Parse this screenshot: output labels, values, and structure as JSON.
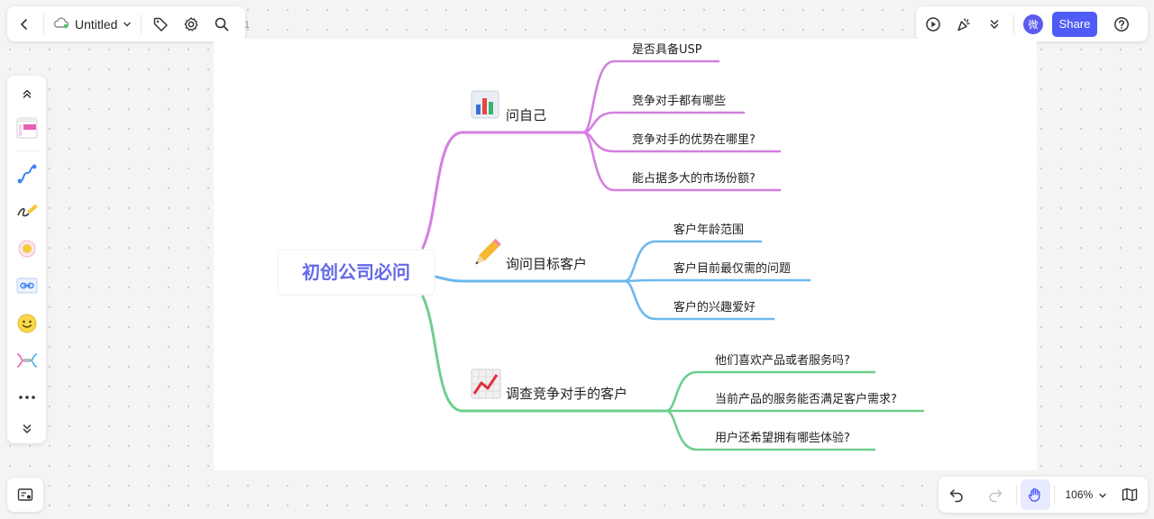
{
  "header": {
    "title": "Untitled",
    "page_number": "1"
  },
  "header_right": {
    "avatar_text": "微",
    "share_label": "Share"
  },
  "zoom": {
    "level": "106%"
  },
  "mindmap": {
    "root": "初创公司必问",
    "branches": [
      {
        "label": "问自己",
        "icon": "bar-chart-icon",
        "color": "#d47fe0",
        "children": [
          "是否具备USP",
          "竞争对手都有哪些",
          "竞争对手的优势在哪里?",
          "能占据多大的市场份额?"
        ]
      },
      {
        "label": "询问目标客户",
        "icon": "pencil-icon",
        "color": "#6cb8ef",
        "children": [
          "客户年龄范围",
          "客户目前最仅需的问题",
          "客户的兴趣爱好"
        ]
      },
      {
        "label": "调查竞争对手的客户",
        "icon": "trend-chart-icon",
        "color": "#6fcf8d",
        "children": [
          "他们喜欢产品或者服务吗?",
          "当前产品的服务能否满足客户需求?",
          "用户还希望拥有哪些体验?"
        ]
      }
    ]
  }
}
